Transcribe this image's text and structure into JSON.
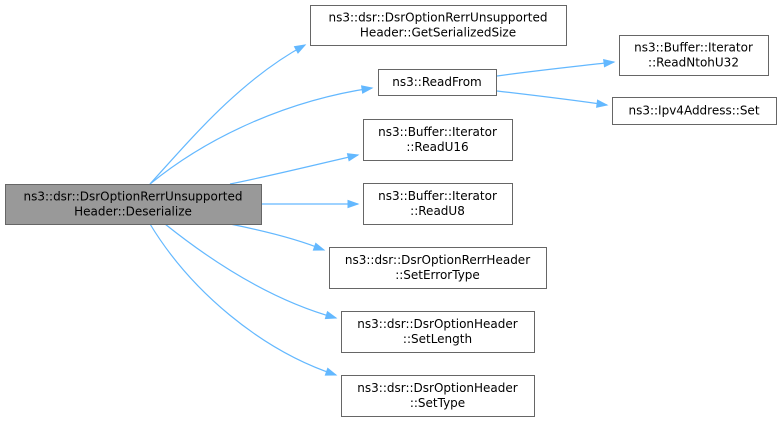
{
  "nodes": [
    {
      "id": "root",
      "lines": [
        "ns3::dsr::DsrOptionRerrUnsupported",
        "Header::Deserialize"
      ],
      "highlighted": true
    },
    {
      "id": "getserializedsize",
      "lines": [
        "ns3::dsr::DsrOptionRerrUnsupported",
        "Header::GetSerializedSize"
      ]
    },
    {
      "id": "readfrom",
      "lines": [
        "ns3::ReadFrom"
      ]
    },
    {
      "id": "readu16",
      "lines": [
        "ns3::Buffer::Iterator",
        "::ReadU16"
      ]
    },
    {
      "id": "readu8",
      "lines": [
        "ns3::Buffer::Iterator",
        "::ReadU8"
      ]
    },
    {
      "id": "seterrortype",
      "lines": [
        "ns3::dsr::DsrOptionRerrHeader",
        "::SetErrorType"
      ]
    },
    {
      "id": "setlength",
      "lines": [
        "ns3::dsr::DsrOptionHeader",
        "::SetLength"
      ]
    },
    {
      "id": "settype",
      "lines": [
        "ns3::dsr::DsrOptionHeader",
        "::SetType"
      ]
    },
    {
      "id": "readntohu32",
      "lines": [
        "ns3::Buffer::Iterator",
        "::ReadNtohU32"
      ]
    },
    {
      "id": "ipv4set",
      "lines": [
        "ns3::Ipv4Address::Set"
      ]
    }
  ],
  "edges": [
    {
      "from": "root",
      "to": "getserializedsize"
    },
    {
      "from": "root",
      "to": "readfrom"
    },
    {
      "from": "root",
      "to": "readu16"
    },
    {
      "from": "root",
      "to": "readu8"
    },
    {
      "from": "root",
      "to": "seterrortype"
    },
    {
      "from": "root",
      "to": "setlength"
    },
    {
      "from": "root",
      "to": "settype"
    },
    {
      "from": "readfrom",
      "to": "readntohu32"
    },
    {
      "from": "readfrom",
      "to": "ipv4set"
    }
  ],
  "colors": {
    "edge": "#63b8ff",
    "node_border": "#666666",
    "node_fill": "#ffffff",
    "highlighted_fill": "#999999"
  }
}
